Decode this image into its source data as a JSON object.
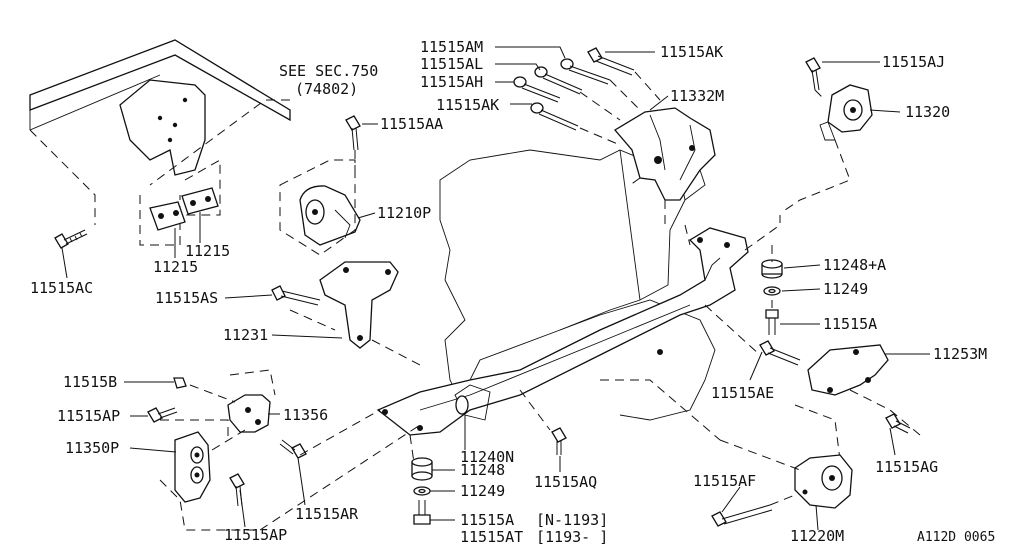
{
  "see_section": {
    "line1": "SEE SEC.750",
    "line2": "(74802)"
  },
  "labels": {
    "p11515AM": "11515AM",
    "p11515AL": "11515AL",
    "p11515AH": "11515AH",
    "p11515AK_top": "11515AK",
    "p11515AK_mid": "11515AK",
    "p11332M": "11332M",
    "p11515AJ": "11515AJ",
    "p11320": "11320",
    "p11515AA": "11515AA",
    "p11210P": "11210P",
    "p11215_a": "11215",
    "p11215_b": "11215",
    "p11515AC": "11515AC",
    "p11515AS": "11515AS",
    "p11231": "11231",
    "p11248A": "11248+A",
    "p11249_top": "11249",
    "p11515A_top": "11515A",
    "p11253M": "11253M",
    "p11515AE": "11515AE",
    "p11515AG": "11515AG",
    "p11515B": "11515B",
    "p11515AP_top": "11515AP",
    "p11356": "11356",
    "p11350P": "11350P",
    "p11515AR": "11515AR",
    "p11515AP_bot": "11515AP",
    "p11240N": "11240N",
    "p11248": "11248",
    "p11249_bot": "11249",
    "p11515AQ": "11515AQ",
    "p11515A_bot": "11515A",
    "p11515A_bot_note": "[N-1193]",
    "p11515AT": "11515AT",
    "p11515AT_note": "[1193-   ]",
    "p11515AF": "11515AF",
    "p11220M": "11220M"
  },
  "diagram_code": "A112D 0065"
}
